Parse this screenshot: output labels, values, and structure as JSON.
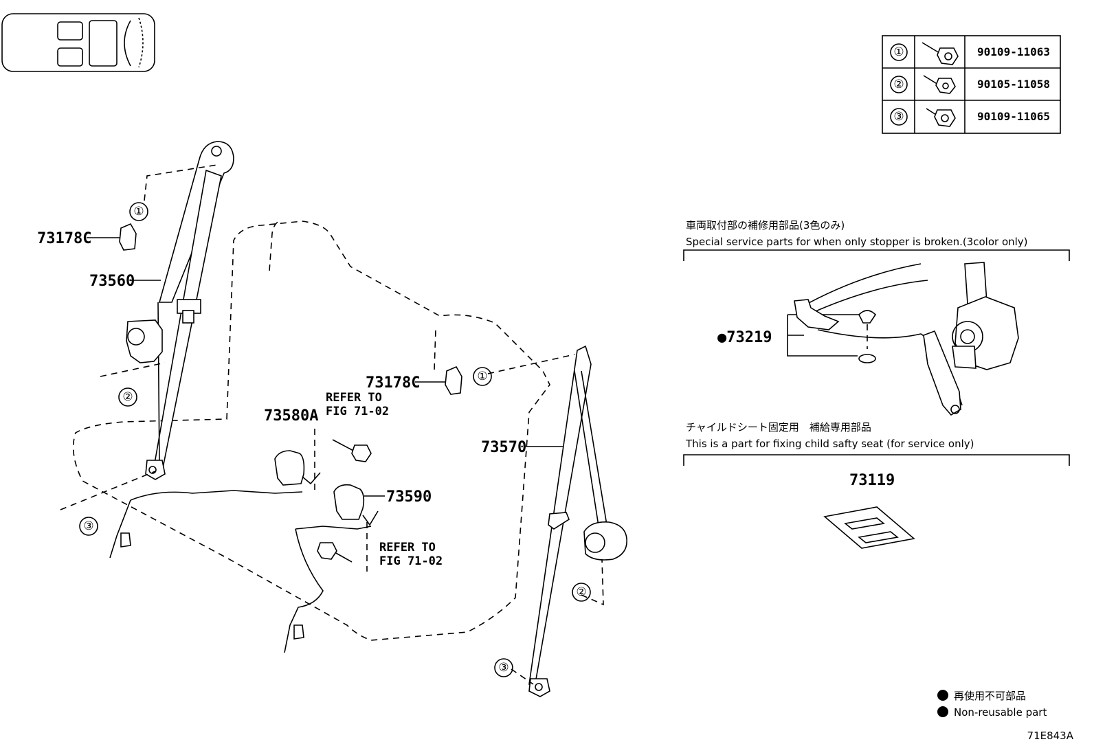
{
  "parts": {
    "p73178c_top": "73178C",
    "p73560": "73560",
    "p73580a": "73580A",
    "p73178c_mid": "73178C",
    "p73590": "73590",
    "p73570": "73570",
    "p73219": "●73219",
    "p73119": "73119"
  },
  "refers": [
    {
      "line1": "REFER TO",
      "line2": "FIG 71-02"
    },
    {
      "line1": "REFER TO",
      "line2": "FIG 71-02"
    }
  ],
  "bolt_table": {
    "rows": [
      {
        "num": "①",
        "part": "90109-11063"
      },
      {
        "num": "②",
        "part": "90105-11058"
      },
      {
        "num": "③",
        "part": "90109-11065"
      }
    ]
  },
  "callouts": {
    "c1": "①",
    "c2": "②",
    "c3": "③",
    "c4": "①",
    "c5": "②",
    "c6": "③"
  },
  "notes": {
    "stopper_jp": "車両取付部の補修用部品(3色のみ)",
    "stopper_en": "Special service parts for when only stopper is broken.(3color only)",
    "child_jp": "チャイルドシート固定用　補給専用部品",
    "child_en": "This is a part for fixing child safty seat (for service only)"
  },
  "legend": {
    "jp": "再使用不可部品",
    "en": "Non-reusable part"
  },
  "figure_code": "71E843A"
}
